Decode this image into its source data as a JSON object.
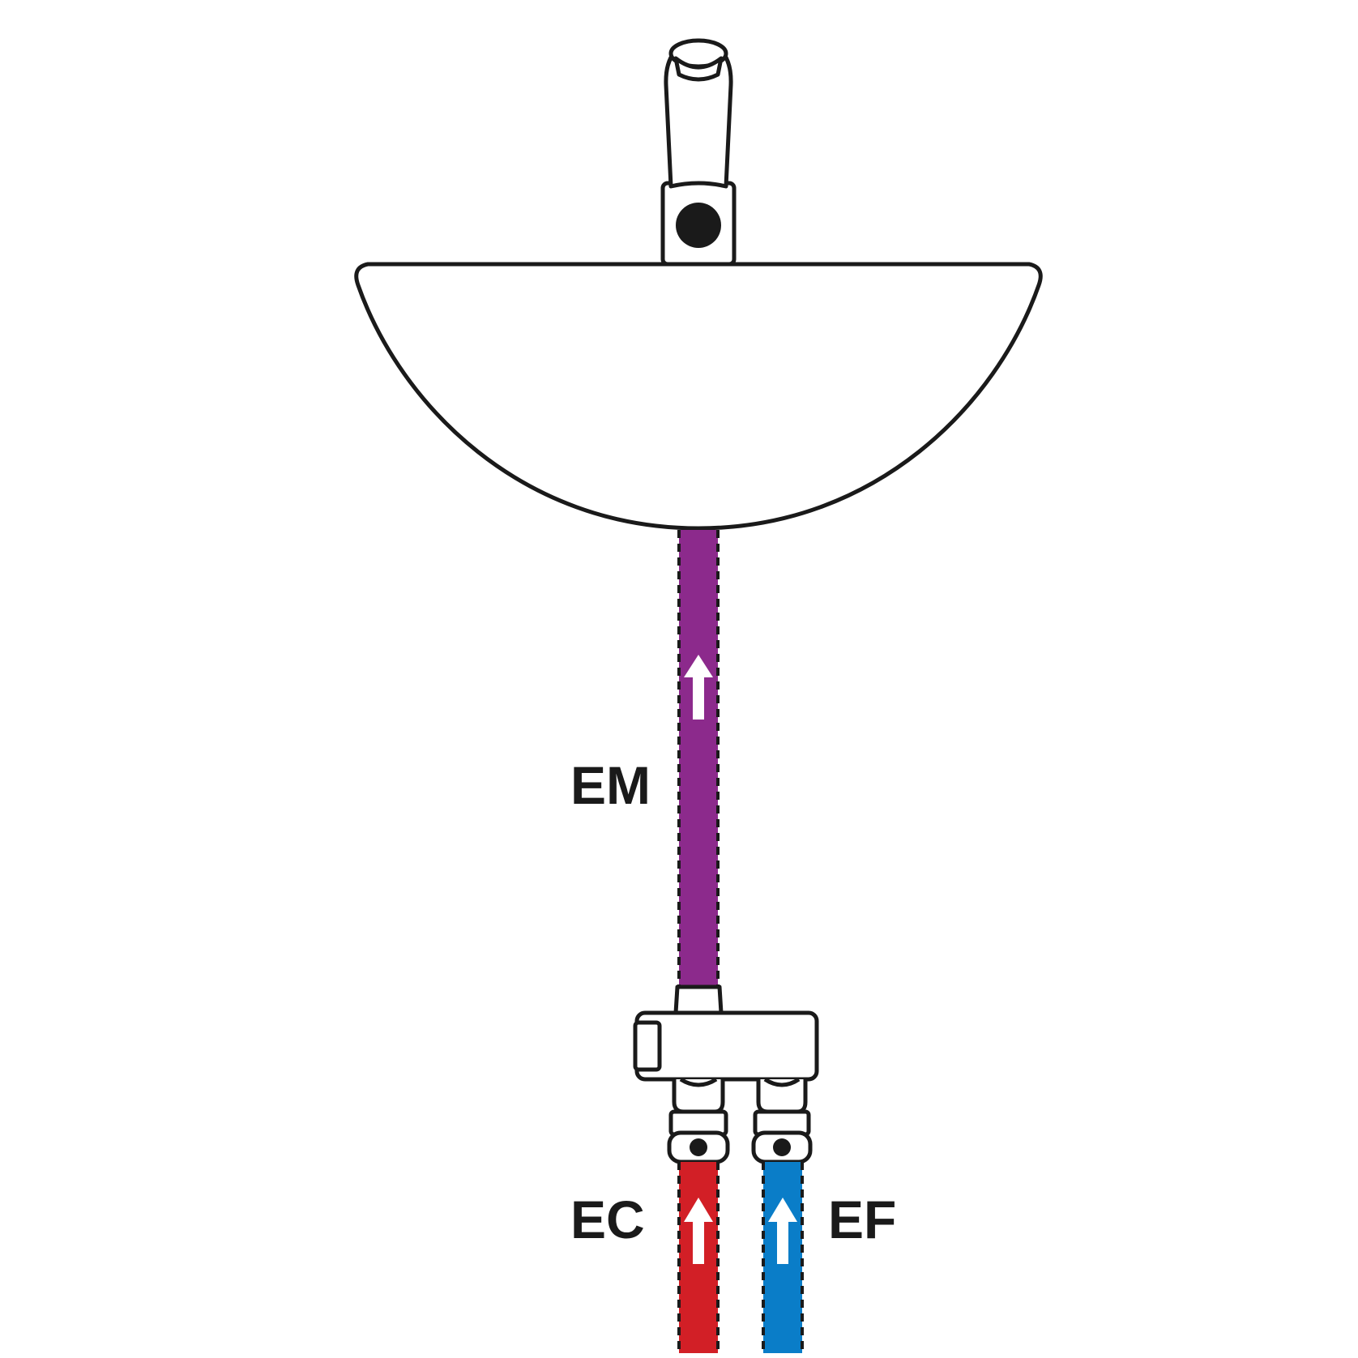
{
  "labels": {
    "mixed": "EM",
    "hot": "EC",
    "cold": "EF"
  },
  "colors": {
    "mixed": "#8c2a8c",
    "hot": "#d21f26",
    "cold": "#0a7dc8",
    "outline": "#1a1a1a",
    "arrow": "#ffffff",
    "background": "#ffffff"
  },
  "icons": {
    "flow_arrow": "arrow-up-icon",
    "faucet": "faucet-icon",
    "basin": "basin-icon",
    "mixing_valve": "mixing-valve-icon"
  }
}
